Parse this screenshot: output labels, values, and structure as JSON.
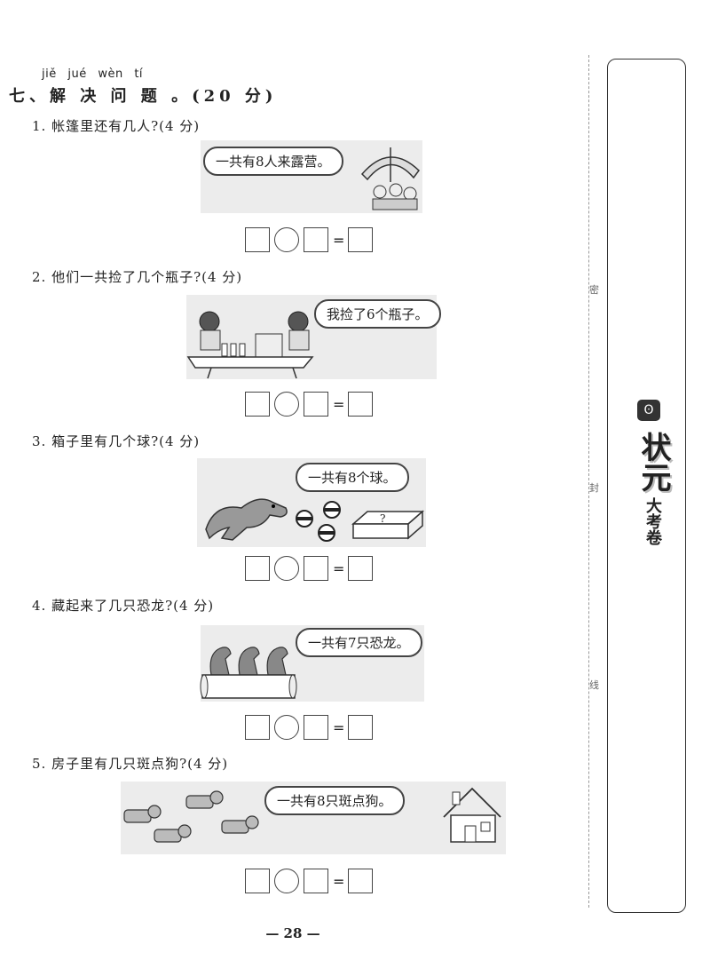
{
  "section": {
    "pinyin": "jiě jué wèn tí",
    "title": "七、解 决 问 题 。(20 分)"
  },
  "questions": [
    {
      "text": "1. 帐篷里还有几人?(4 分)",
      "bubble": "一共有8人来露营。"
    },
    {
      "text": "2. 他们一共捡了几个瓶子?(4 分)",
      "bubble": "我捡了6个瓶子。"
    },
    {
      "text": "3. 箱子里有几个球?(4 分)",
      "bubble": "一共有8个球。",
      "box_mark": "?"
    },
    {
      "text": "4. 藏起来了几只恐龙?(4 分)",
      "bubble": "一共有7只恐龙。"
    },
    {
      "text": "5. 房子里有几只斑点狗?(4 分)",
      "bubble": "一共有8只斑点狗。"
    }
  ],
  "equation": {
    "equals": "="
  },
  "page_number": "— 28 —",
  "margin": {
    "mi": "密",
    "feng": "封",
    "xian": "线"
  },
  "brand": {
    "name": "状元",
    "subtitle": "大考卷",
    "badge": "ʘ"
  }
}
